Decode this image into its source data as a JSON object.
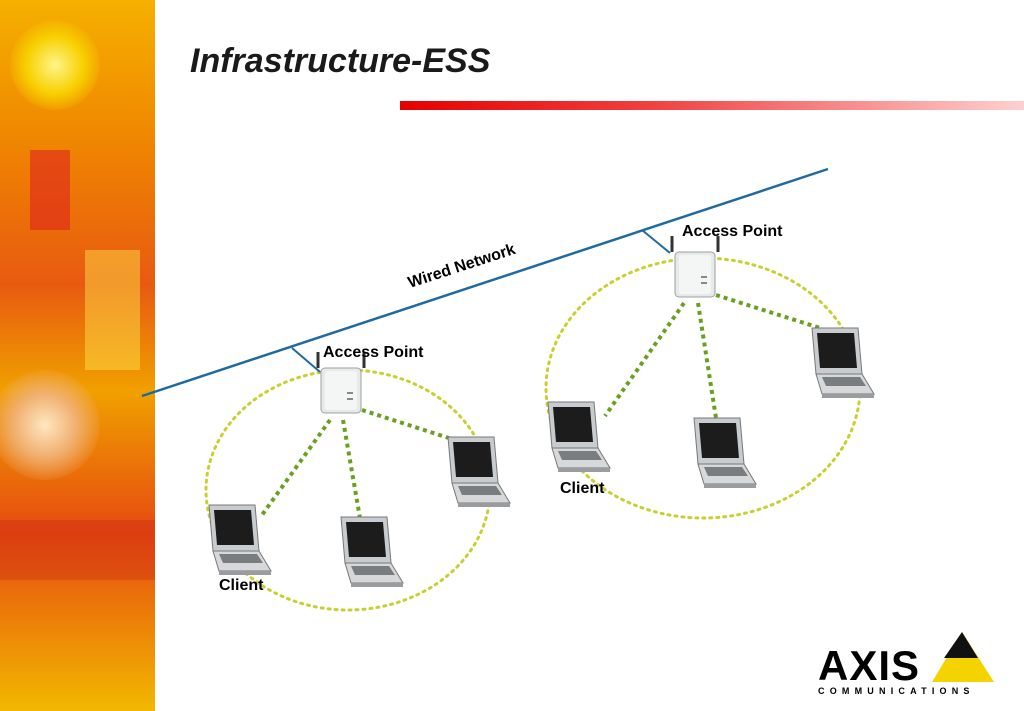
{
  "title": "Infrastructure-ESS",
  "wired_network_label": "Wired Network",
  "access_point_label_1": "Access Point",
  "access_point_label_2": "Access Point",
  "client_label_1": "Client",
  "client_label_2": "Client",
  "logo": {
    "name": "AXIS",
    "subtitle": "COMMUNICATIONS"
  },
  "colors": {
    "wired_line": "#1f6aa0",
    "wireless_link": "#6aa020",
    "cell_boundary": "#c8d030",
    "title_rule": "#e60000"
  }
}
